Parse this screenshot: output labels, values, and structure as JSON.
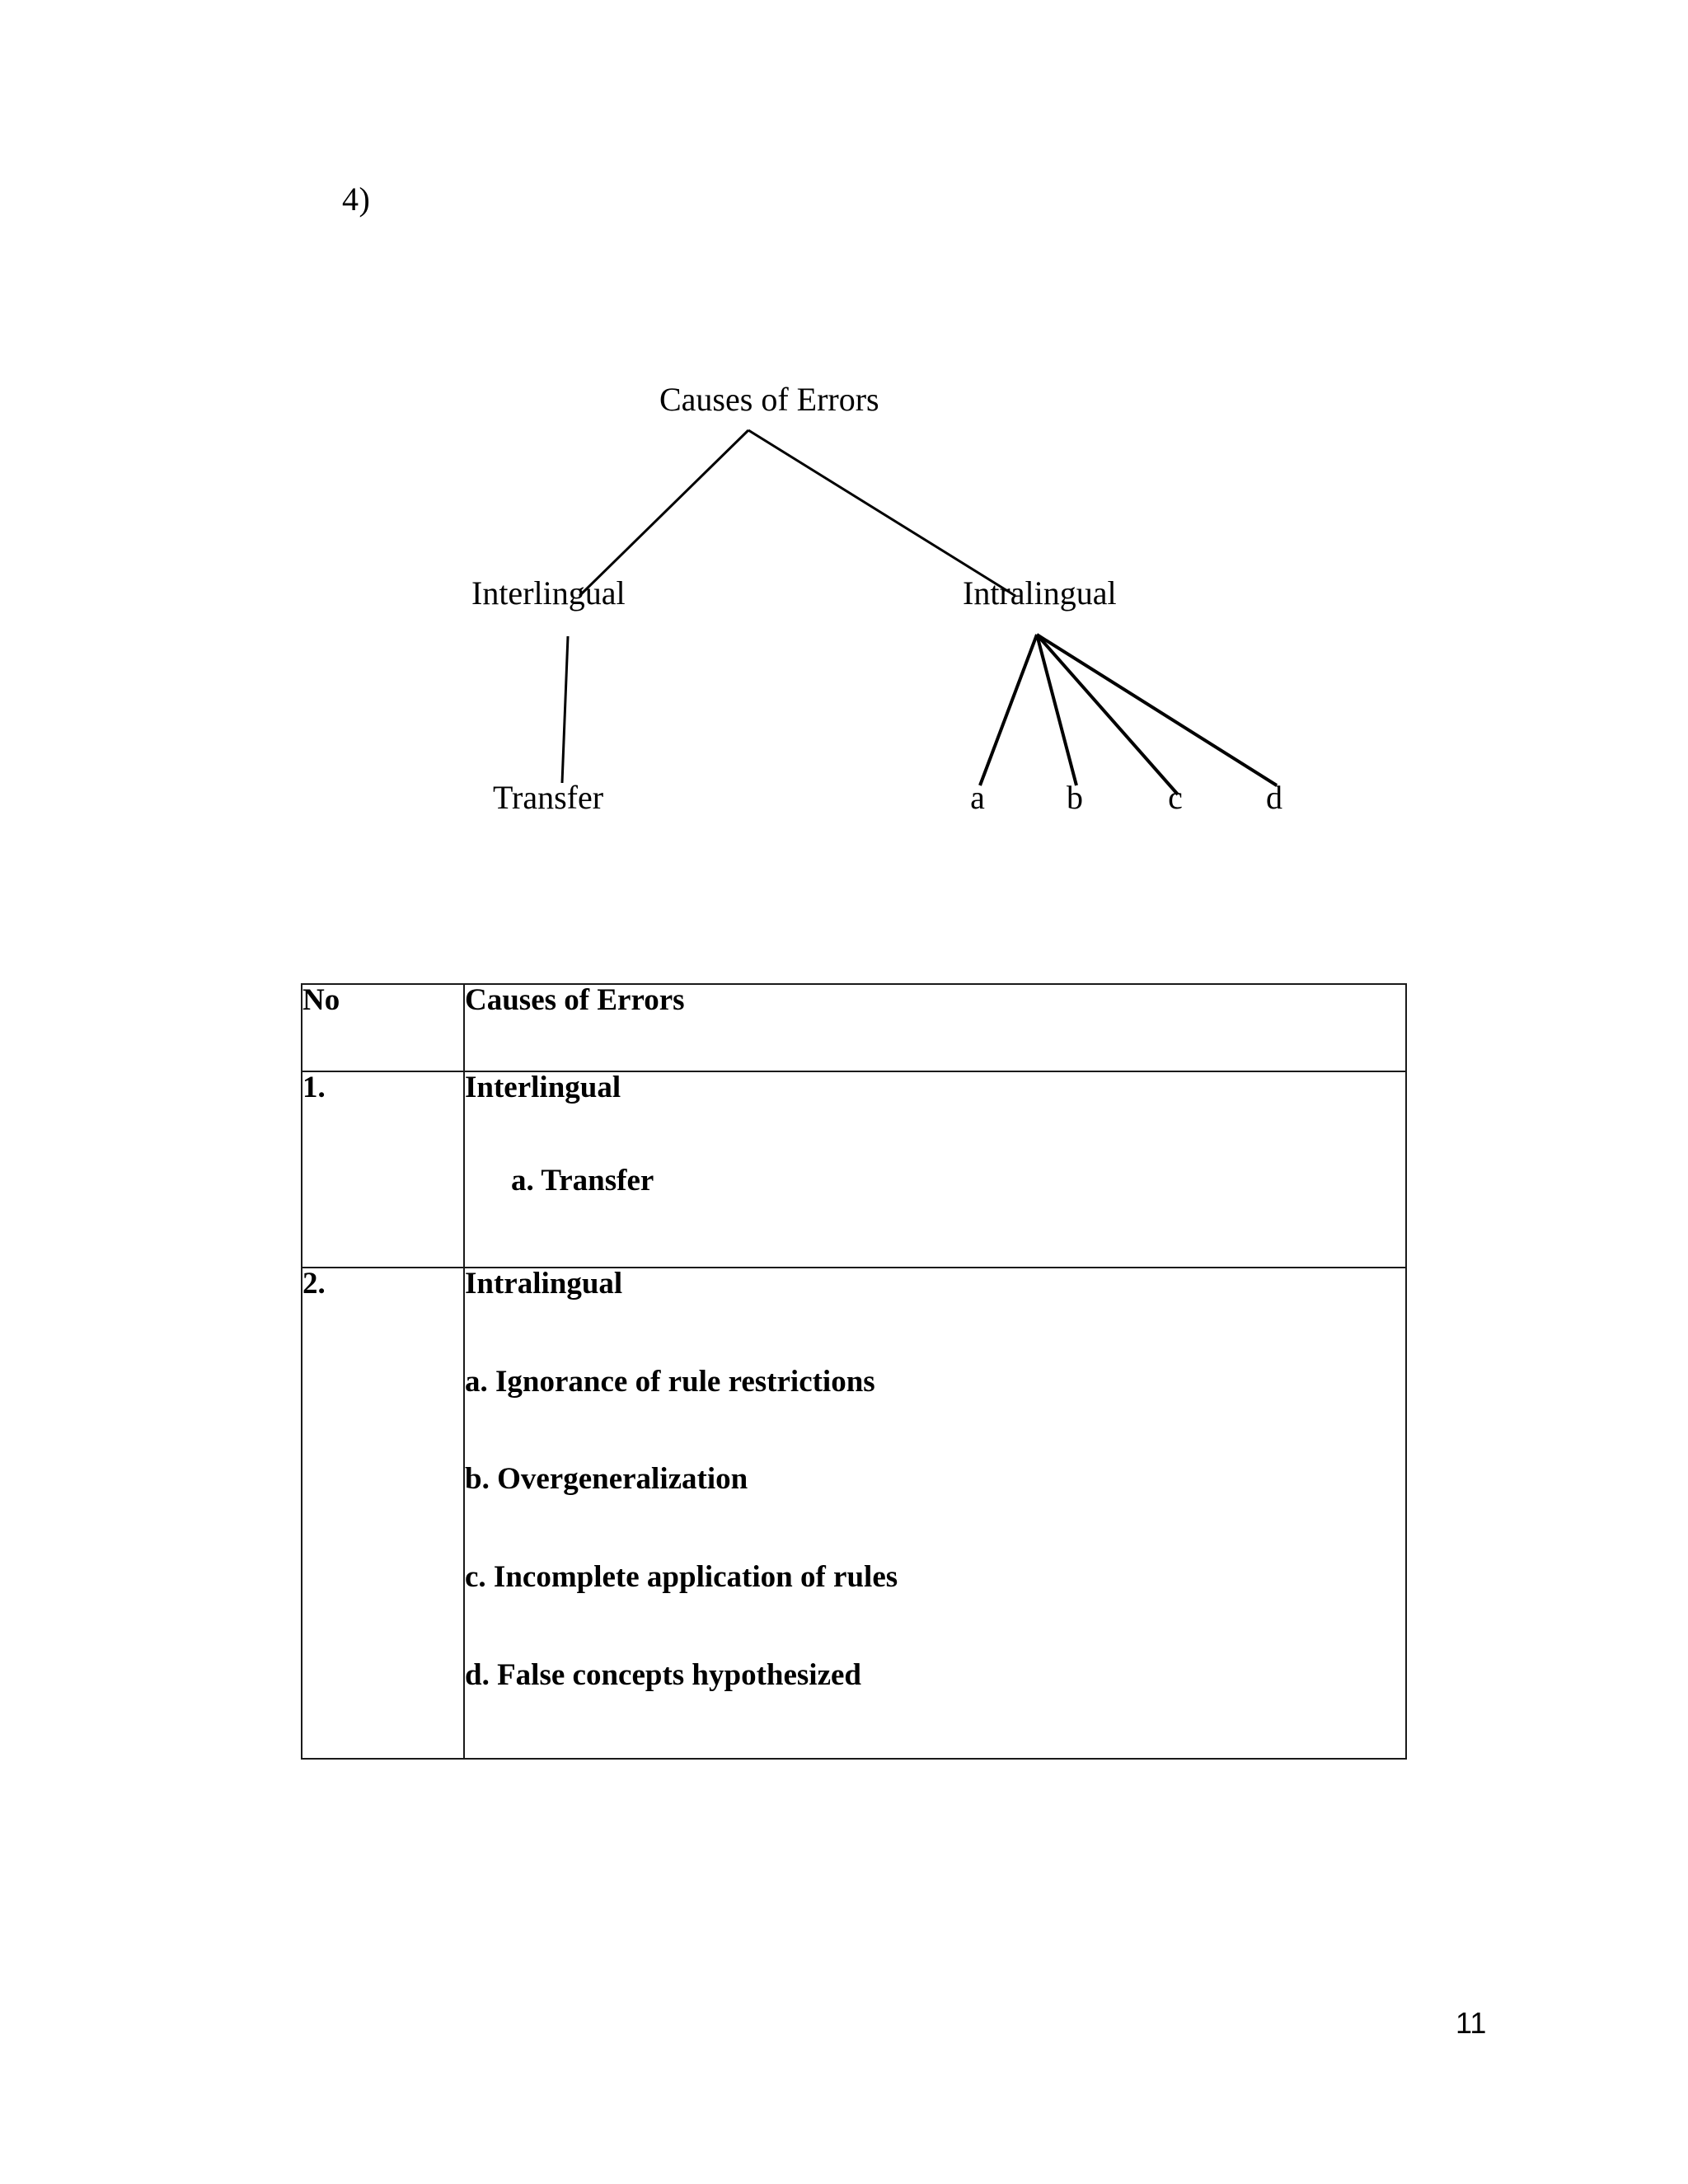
{
  "page": {
    "item_marker": "4)",
    "page_number": "11",
    "ink_color": "#000000",
    "rule_color": "#1a1a1a"
  },
  "tree": {
    "root": "Causes of Errors",
    "branch_left": "Interlingual",
    "branch_right": "Intralingual",
    "leaf_left": "Transfer",
    "leaves_right": [
      "a",
      "b",
      "c",
      "d"
    ]
  },
  "table": {
    "headers": [
      "No",
      "Causes of Errors"
    ],
    "rows": [
      {
        "no": "1.",
        "title": "Interlingual",
        "items": [
          "a.  Transfer"
        ]
      },
      {
        "no": "2.",
        "title": "Intralingual",
        "items": [
          "a. Ignorance of rule restrictions",
          "b. Overgeneralization",
          "c. Incomplete application of rules",
          "d. False concepts hypothesized"
        ]
      }
    ]
  }
}
